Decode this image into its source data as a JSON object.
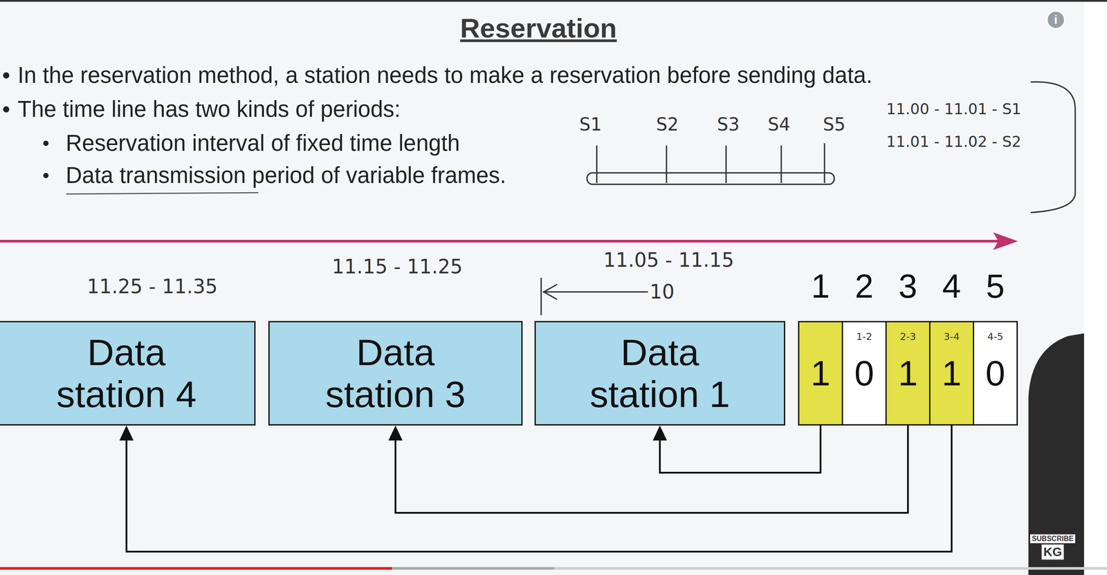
{
  "diagram": {
    "title": "Reservation",
    "nodes": [
      {
        "text": [
          "Data station 4"
        ]
      },
      {
        "text": [
          "Data station 3"
        ]
      },
      {
        "text": [
          "Data station 1"
        ]
      },
      {
        "text": [
          "1",
          "1"
        ]
      },
      {
        "text": [
          "2",
          "0"
        ]
      },
      {
        "text": [
          "3",
          "1"
        ]
      },
      {
        "text": [
          "4",
          "1"
        ]
      },
      {
        "text": [
          "5",
          "0"
        ]
      }
    ],
    "edges": [
      {
        "from": 3,
        "to": 2,
        "arrow": "to"
      },
      {
        "from": 5,
        "to": 1,
        "arrow": "to"
      },
      {
        "from": 6,
        "to": 0,
        "arrow": "to"
      }
    ],
    "labels": [
      "In the reservation method, a station needs to make a reservation before sending data.",
      "The time line has two kinds of periods:",
      "Reservation interval of fixed time length",
      "Data transmission period of variable frames.",
      "S1",
      "S2",
      "S3",
      "S4",
      "S5",
      "11.00 - 11.01 - S1",
      "11.01 - 11.02 - S2",
      "11.25 - 11.35",
      "11.15 - 11.25",
      "11.05 - 11.15",
      "10",
      "1-2",
      "2-3",
      "3-4",
      "4-5",
      "i",
      "SUBSCRIBE",
      "KG"
    ]
  }
}
